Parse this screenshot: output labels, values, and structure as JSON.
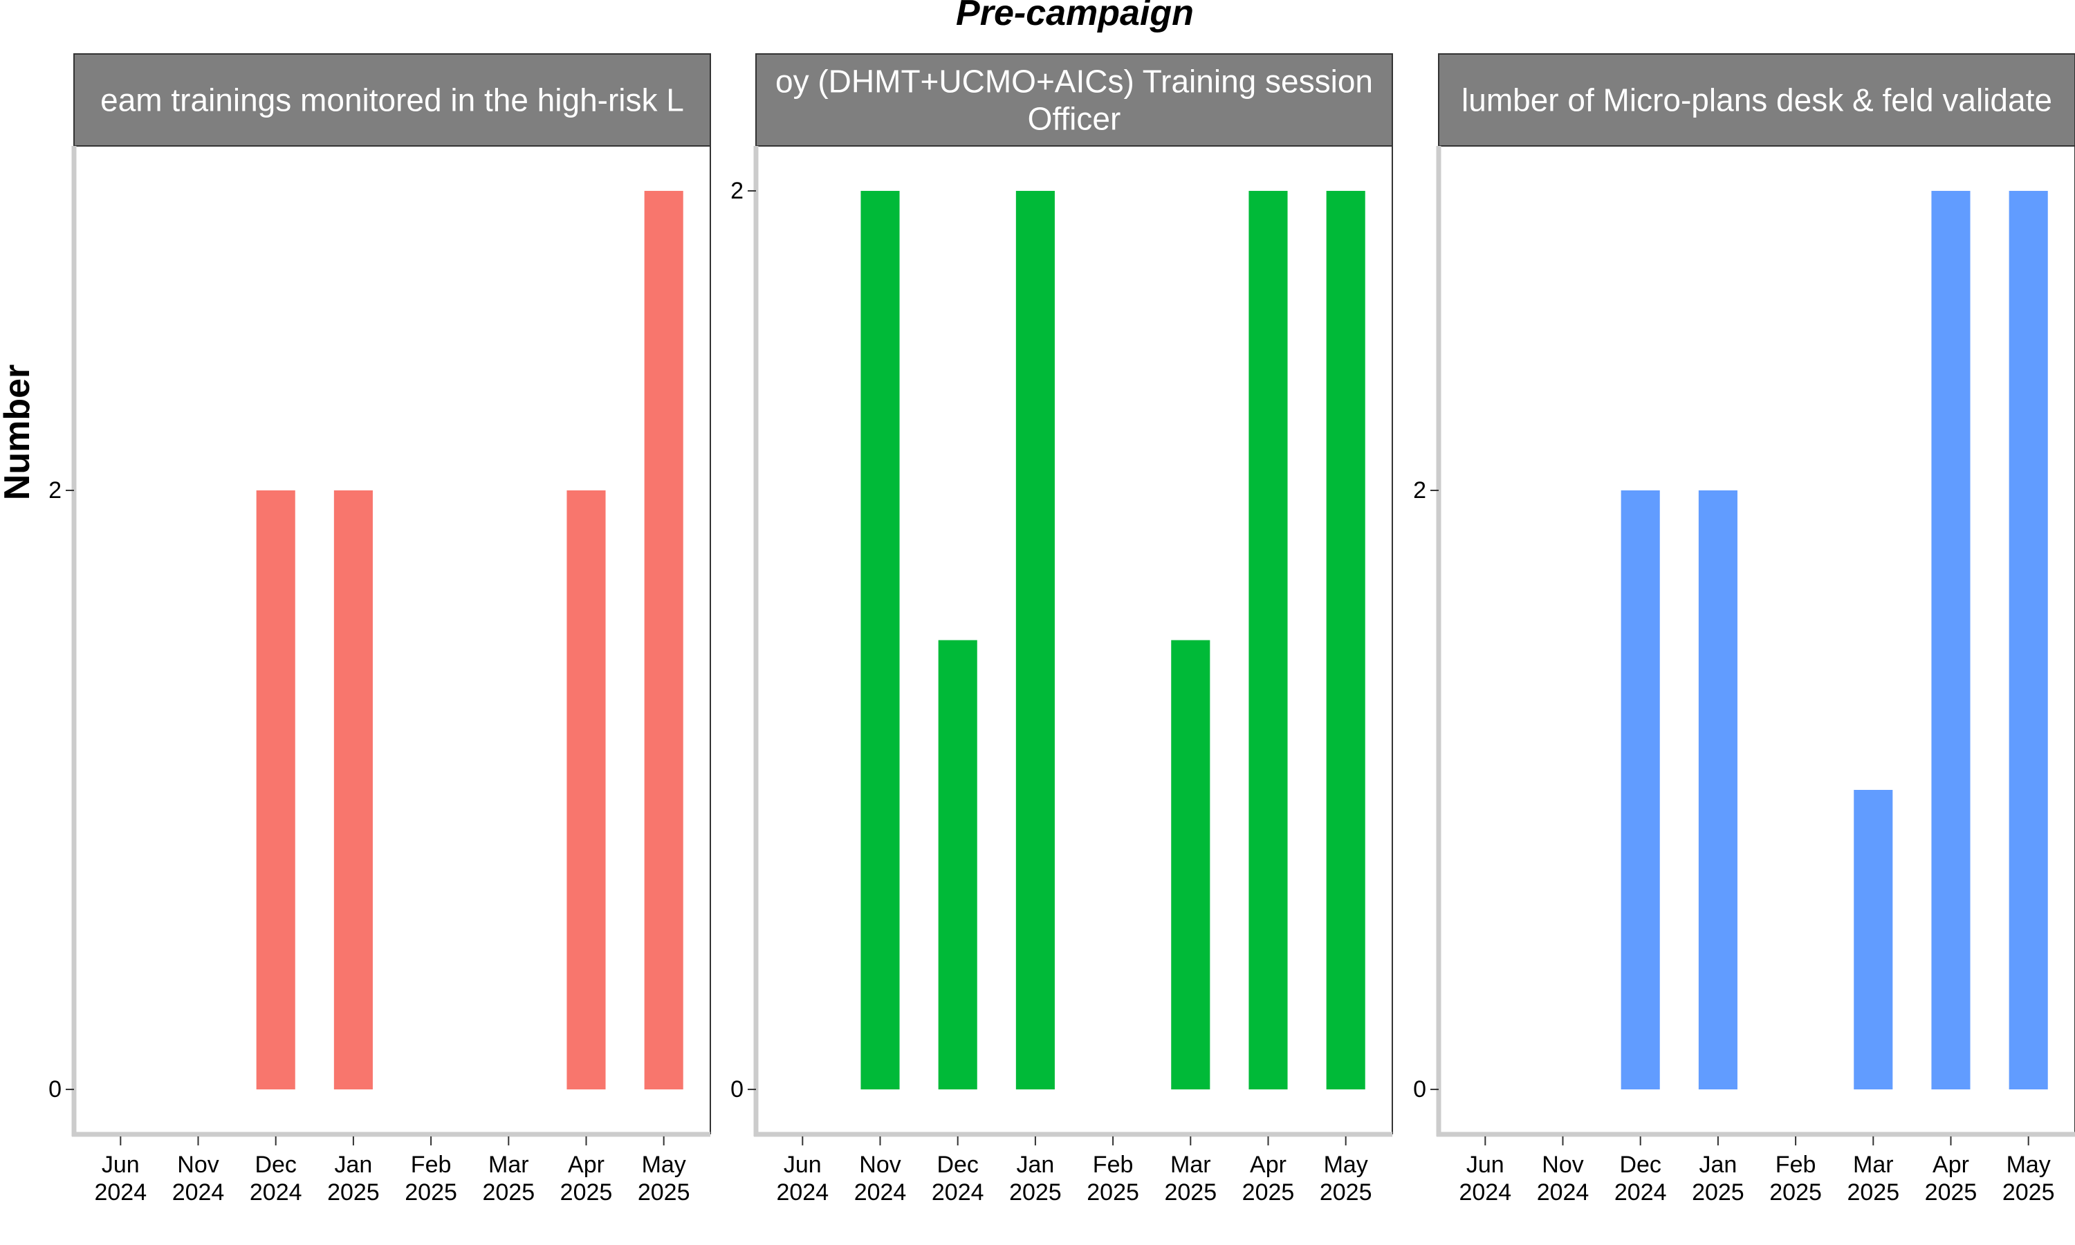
{
  "chart_data": {
    "type": "bar",
    "title": "Pre-campaign",
    "ylabel": "Number",
    "xlabel": "",
    "grid": false,
    "legend": "none",
    "y_ticks": [
      "0",
      "2"
    ],
    "categories": [
      [
        "Jun",
        "2024"
      ],
      [
        "Nov",
        "2024"
      ],
      [
        "Dec",
        "2024"
      ],
      [
        "Jan",
        "2025"
      ],
      [
        "Feb",
        "2025"
      ],
      [
        "Mar",
        "2025"
      ],
      [
        "Apr",
        "2025"
      ],
      [
        "May",
        "2025"
      ]
    ],
    "facets": [
      {
        "strip_lines": [
          "eam trainings monitored in the high-risk L"
        ],
        "color": "#F8766D",
        "ylim": [
          -0.15,
          3.15
        ],
        "values": [
          0,
          0,
          2,
          2,
          0,
          0,
          2,
          3
        ]
      },
      {
        "strip_lines": [
          "oy (DHMT+UCMO+AICs) Training session",
          "Officer"
        ],
        "color": "#00BA38",
        "ylim": [
          -0.1,
          2.1
        ],
        "values": [
          0,
          2,
          1,
          2,
          0,
          1,
          2,
          2
        ]
      },
      {
        "strip_lines": [
          "lumber of Micro-plans desk & feld validate"
        ],
        "color": "#619CFF",
        "ylim": [
          -0.15,
          3.15
        ],
        "values": [
          0,
          0,
          2,
          2,
          0,
          1,
          3,
          3
        ]
      }
    ]
  }
}
